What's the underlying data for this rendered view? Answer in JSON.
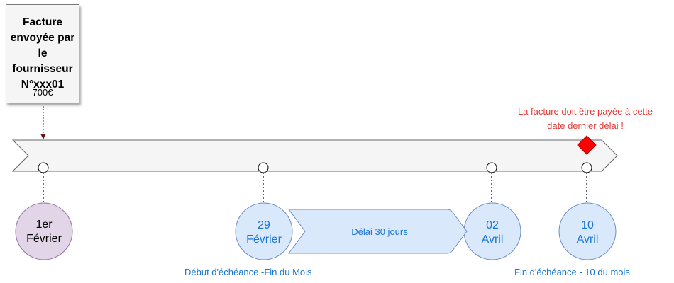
{
  "invoice": {
    "title": "Facture\nenvoyée par\nle fournisseur\nN°xxx01",
    "amount": "700€"
  },
  "warning": {
    "text": "La facture doit être payée à cette\ndate dernier délai !"
  },
  "milestones": [
    {
      "label": "1er\nFévrier"
    },
    {
      "label": "29\nFévrier"
    },
    {
      "label": "02\nAvril"
    },
    {
      "label": "10\nAvril"
    }
  ],
  "delay_arrow": {
    "label": "Délai 30 jours"
  },
  "captions": {
    "start": "Début d'échéance -Fin du Mois",
    "end": "Fin d'échéance - 10 du mois"
  },
  "colors": {
    "purple_fill": "#e1d5e7",
    "purple_stroke": "#9673a6",
    "blue_fill": "#dae8fc",
    "blue_stroke": "#6c8ebf",
    "blue_text": "#1976d2",
    "red": "#ff0000",
    "warning_text": "#e53935"
  }
}
